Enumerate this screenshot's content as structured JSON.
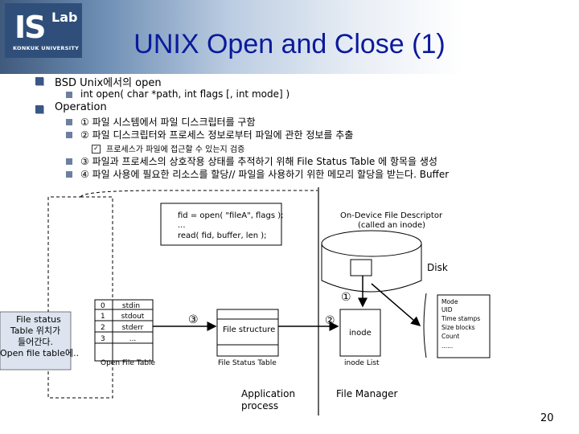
{
  "header": {
    "logo_is": "IS",
    "logo_lab": "Lab",
    "logo_univ": "KONKUK UNIVERSITY",
    "title": "UNIX Open and Close (1)"
  },
  "bullets": {
    "b1": "BSD Unix에서의 open",
    "b1_sub": "int open( char *path, int flags [, int mode] )",
    "b2": "Operation",
    "s1": "① 파일 시스템에서 파일 디스크립터를 구함",
    "s2": "② 파일 디스크립터와 프로세스 정보로부터 파일에 관한 정보를 추출",
    "s2_sub": "프로세스가 파일에 접근할 수 있는지 검증",
    "s3": "③ 파일과 프로세스의 상호작용 상태를 추적하기 위해 File Status Table 에 항목을 생성",
    "s4": "④ 파일 사용에 필요한 리소스를 할당// 파일을 사용하기 위한 메모리 할당을 받는다. Buffer"
  },
  "diagram": {
    "code_line1": "fid = open( \"fileA\", flags );",
    "code_line2": "...",
    "code_line3": "read( fid, buffer, len );",
    "ondevice_line1": "On-Device File Descriptor",
    "ondevice_line2": "(called an inode)",
    "disk_label": "Disk",
    "oft_indices": [
      "0",
      "1",
      "2",
      "3"
    ],
    "oft_entries": [
      "stdin",
      "stdout",
      "stderr",
      "..."
    ],
    "oft_label": "Open File Table",
    "fst_label": "File structure",
    "fst_caption": "File Status Table",
    "inode_label": "inode",
    "inode_caption": "inode List",
    "step1": "①",
    "step2": "②",
    "step3": "③",
    "attrs": [
      "Mode",
      "UID",
      "Time stamps",
      "Size blocks",
      "Count",
      "......"
    ],
    "app_line1": "Application",
    "app_line2": "process",
    "fm_label": "File Manager",
    "note_lines": [
      "File status",
      "Table 위치가",
      "들어간다.",
      "Open file table에.."
    ]
  },
  "footer": {
    "page": "20"
  }
}
